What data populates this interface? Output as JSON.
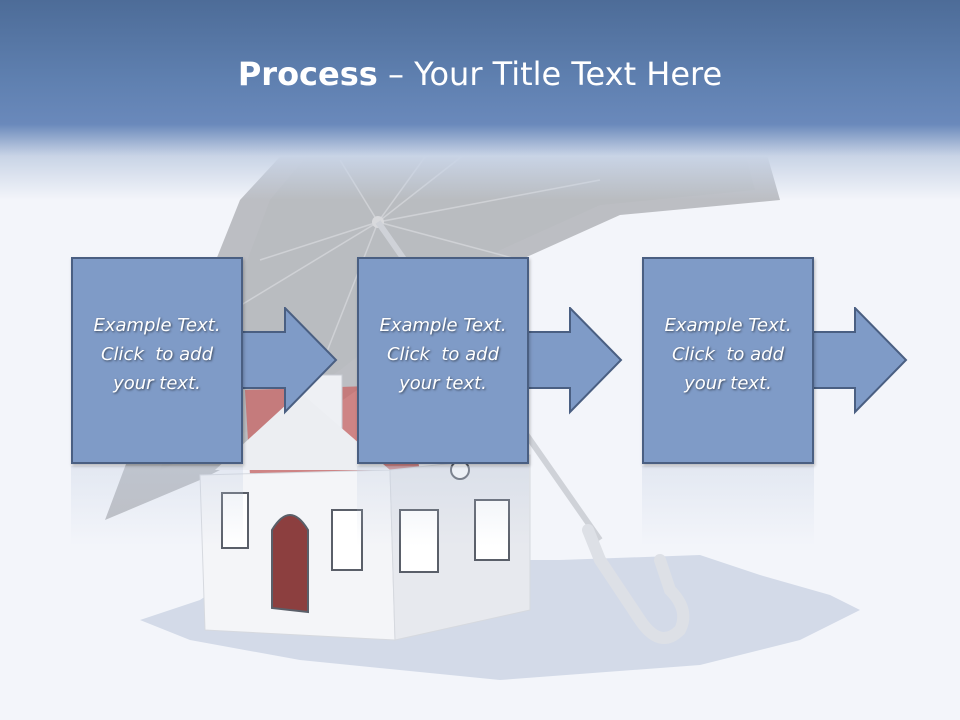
{
  "slide": {
    "title_bold": "Process",
    "title_rest": " – Your Title Text Here"
  },
  "process_steps": [
    {
      "lines": [
        "Example Text.",
        "Click  to add",
        "your text."
      ]
    },
    {
      "lines": [
        "Example Text.",
        "Click  to add",
        "your text."
      ]
    },
    {
      "lines": [
        "Example Text.",
        "Click  to add",
        "your text."
      ]
    }
  ],
  "colors": {
    "header_top": "#4d6c98",
    "box_fill": "#7f9bc7",
    "box_border": "#4a5f82",
    "background": "#f3f5fa"
  },
  "background_picture": "house-under-umbrella-image"
}
